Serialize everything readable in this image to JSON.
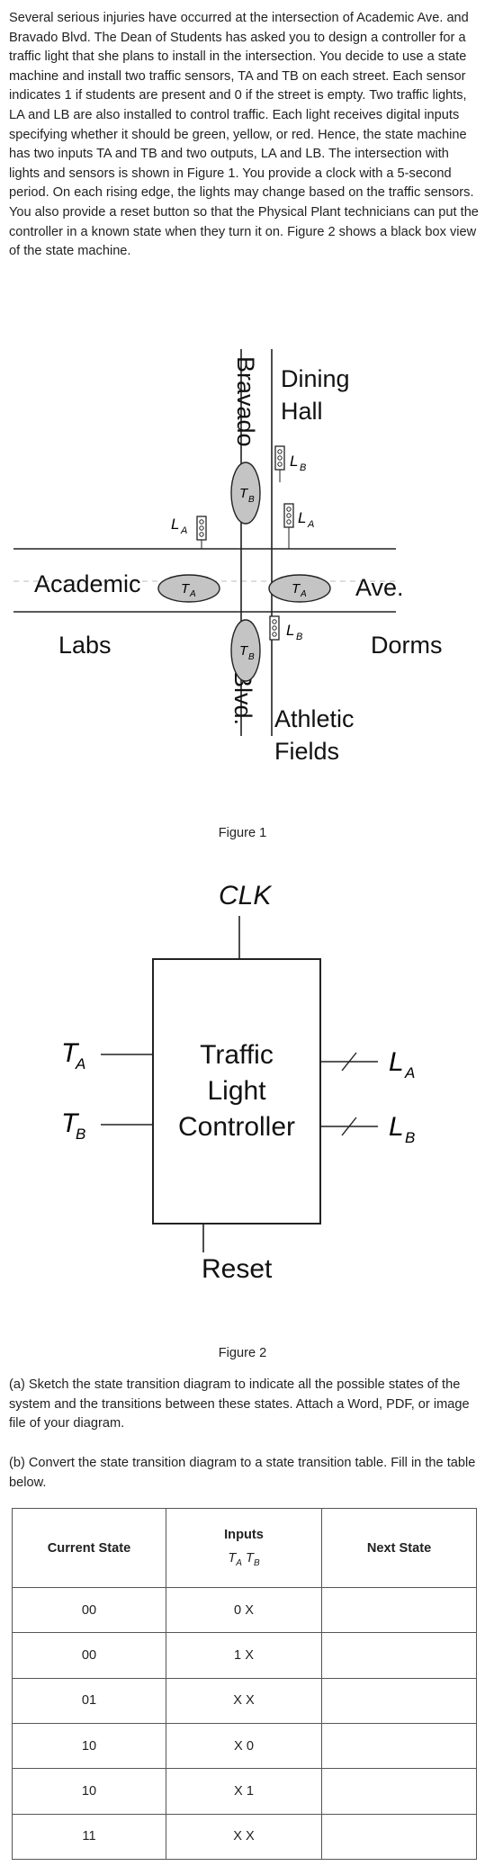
{
  "problem": {
    "text": "Several serious injuries have occurred at the intersection of Academic Ave. and Bravado Blvd. The Dean of Students has asked you to design a controller for a traffic light that she plans to install in the intersection. You decide to use a state machine and install two traffic sensors, TA and TB on each street. Each sensor indicates 1 if students are present and 0 if the street is empty. Two traffic lights, LA and LB are also installed to control traffic. Each light receives digital inputs specifying whether it should be green, yellow, or red. Hence, the state machine has two inputs TA and TB and two outputs, LA and LB. The intersection with lights and sensors is shown in Figure 1. You provide a clock with a 5-second period. On each rising edge, the lights may change based on the traffic sensors. You also provide a reset button so that the Physical Plant technicians can put the controller in a known state when they turn it on. Figure 2 shows a black box view of the state machine."
  },
  "figure1": {
    "labels": {
      "bravado": "Bravado",
      "blvd": "Blvd.",
      "dining_hall_1": "Dining",
      "dining_hall_2": "Hall",
      "academic": "Academic",
      "ave": "Ave.",
      "labs": "Labs",
      "dorms": "Dorms",
      "athletic": "Athletic",
      "fields": "Fields"
    },
    "sensors": {
      "ta_main": "T",
      "ta_sub": "A",
      "tb_main": "T",
      "tb_sub": "B"
    },
    "lights": {
      "la_main": "L",
      "la_sub": "A",
      "lb_main": "L",
      "lb_sub": "B"
    },
    "caption": "Figure 1"
  },
  "figure2": {
    "clk": "CLK",
    "box_line1": "Traffic",
    "box_line2": "Light",
    "box_line3": "Controller",
    "reset": "Reset",
    "in_a_main": "T",
    "in_a_sub": "A",
    "in_b_main": "T",
    "in_b_sub": "B",
    "out_a_main": "L",
    "out_a_sub": "A",
    "out_b_main": "L",
    "out_b_sub": "B",
    "caption": "Figure 2"
  },
  "questions": {
    "a": "(a) Sketch the state transition diagram to indicate all the possible states of the system and the transitions between these states. Attach a Word, PDF, or image file of your diagram.",
    "b": "(b) Convert the state transition diagram to a state transition table. Fill in the table below."
  },
  "table": {
    "headers": {
      "current_state": "Current State",
      "inputs": "Inputs",
      "inputs_ta": "T",
      "inputs_ta_sub": "A",
      "inputs_tb": "T",
      "inputs_tb_sub": "B",
      "next_state": "Next State"
    },
    "rows": [
      {
        "state": "00",
        "inputs": "0 X",
        "next": ""
      },
      {
        "state": "00",
        "inputs": "1 X",
        "next": ""
      },
      {
        "state": "01",
        "inputs": "X X",
        "next": ""
      },
      {
        "state": "10",
        "inputs": "X 0",
        "next": ""
      },
      {
        "state": "10",
        "inputs": "X 1",
        "next": ""
      },
      {
        "state": "11",
        "inputs": "X X",
        "next": ""
      }
    ]
  }
}
